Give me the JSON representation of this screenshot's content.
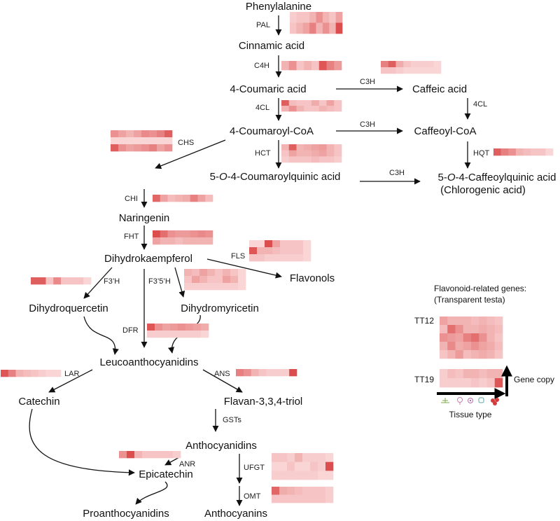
{
  "compounds": {
    "phenylalanine": "Phenylalanine",
    "cinnamic": "Cinnamic acid",
    "coumaric": "4-Coumaric acid",
    "caffeic": "Caffeic acid",
    "coumaroylcoa": "4-Coumaroyl-CoA",
    "caffeoylcoa": "Caffeoyl-CoA",
    "coumaroylquinic_pre": "5-",
    "coumaroylquinic_o": "O",
    "coumaroylquinic_post": "-4-Coumaroylquinic acid",
    "caffeoylquinic_pre": "5-",
    "caffeoylquinic_o": "O",
    "caffeoylquinic_post": "-4-Caffeoylquinic acid",
    "chlorogenic": "(Chlorogenic acid)",
    "naringenin": "Naringenin",
    "dihydrokaempferol": "Dihydrokaempferol",
    "flavonols": "Flavonols",
    "dihydroquercetin": "Dihydroquercetin",
    "dihydromyricetin": "Dihydromyricetin",
    "leucoanthocyanidins": "Leucoanthocyanidins",
    "catechin": "Catechin",
    "flavantriol": "Flavan-3,3,4-triol",
    "anthocyanidins": "Anthocyanidins",
    "epicatechin": "Epicatechin",
    "proanthocyanidins": "Proanthocyanidins",
    "anthocyanins": "Anthocyanins"
  },
  "enzymes": {
    "pal": "PAL",
    "c4h": "C4H",
    "c3h_1": "C3H",
    "c4cl_1": "4CL",
    "c4cl_2": "4CL",
    "c3h_2": "C3H",
    "chs": "CHS",
    "hct": "HCT",
    "hqt": "HQT",
    "c3h_3": "C3H",
    "chi": "CHI",
    "fht": "FHT",
    "fls": "FLS",
    "f3h": "F3’H",
    "f35h": "F3’5’H",
    "dfr": "DFR",
    "lar": "LAR",
    "ans": "ANS",
    "gsts": "GSTs",
    "anr": "ANR",
    "ufgt": "UFGT",
    "omt": "OMT"
  },
  "legend": {
    "title_line1": "Flavonoid-related genes:",
    "title_line2": "(Transparent testa)",
    "tt12": "TT12",
    "tt19": "TT19",
    "gene_copy": "Gene copy",
    "tissue_type": "Tissue type"
  },
  "colors": {
    "heat_low": "#fde6e6",
    "heat_high": "#d83c3c",
    "ink": "#111111"
  },
  "heatmaps": {
    "pal": [
      [
        0.15,
        0.2,
        0.2,
        0.3,
        0.5,
        0.3,
        0.2,
        0.4
      ],
      [
        0.2,
        0.3,
        0.4,
        0.6,
        0.3,
        0.5,
        0.3,
        0.9
      ]
    ],
    "c4h": [
      [
        0.3,
        0.5,
        0.2,
        0.3,
        0.2,
        0.85,
        0.6,
        0.45
      ]
    ],
    "c3hh": [
      [
        0.6,
        0.8,
        0.35,
        0.2,
        0.15,
        0.15,
        0.15,
        0.1
      ],
      [
        0.2,
        0.2,
        0.15,
        0.1,
        0.1,
        0.1,
        0.1,
        0.1
      ]
    ],
    "cl4": [
      [
        0.8,
        0.25,
        0.2,
        0.2,
        0.35,
        0.2,
        0.4,
        0.2
      ],
      [
        0.3,
        0.5,
        0.3,
        0.2,
        0.2,
        0.3,
        0.25,
        0.2
      ]
    ],
    "chs": [
      [
        0.5,
        0.4,
        0.3,
        0.4,
        0.55,
        0.5,
        0.6,
        0.8
      ],
      [
        0.1,
        0.1,
        0.1,
        0.1,
        0.1,
        0.1,
        0.1,
        0.1
      ],
      [
        0.8,
        0.5,
        0.4,
        0.45,
        0.5,
        0.6,
        0.4,
        0.5
      ]
    ],
    "hct": [
      [
        0.3,
        0.8,
        0.3,
        0.35,
        0.4,
        0.45,
        0.3,
        0.2
      ],
      [
        0.2,
        0.4,
        0.3,
        0.3,
        0.35,
        0.4,
        0.3,
        0.2
      ],
      [
        0.15,
        0.2,
        0.2,
        0.2,
        0.25,
        0.2,
        0.2,
        0.15
      ]
    ],
    "hqt": [
      [
        0.8,
        0.6,
        0.5,
        0.3,
        0.25,
        0.2,
        0.2,
        0.1
      ]
    ],
    "chi": [
      [
        0.75,
        0.4,
        0.25,
        0.3,
        0.35,
        0.6,
        0.4,
        0.25
      ]
    ],
    "fht": [
      [
        0.9,
        0.7,
        0.5,
        0.45,
        0.45,
        0.5,
        0.55,
        0.5
      ],
      [
        0.4,
        0.3,
        0.3,
        0.25,
        0.3,
        0.3,
        0.3,
        0.3
      ]
    ],
    "fls": [
      [
        0.1,
        0.1,
        0.9,
        0.4,
        0.2,
        0.2,
        0.2,
        0.1
      ],
      [
        0.85,
        0.3,
        0.3,
        0.25,
        0.2,
        0.2,
        0.2,
        0.1
      ],
      [
        0.2,
        0.2,
        0.15,
        0.15,
        0.15,
        0.15,
        0.15,
        0.1
      ]
    ],
    "f3h": [
      [
        0.8,
        0.8,
        0.2,
        0.55,
        0.2,
        0.2,
        0.2,
        0.1
      ]
    ],
    "f35h": [
      [
        0.3,
        0.25,
        0.4,
        0.3,
        0.2,
        0.3,
        0.2,
        0.1
      ],
      [
        0.2,
        0.4,
        0.3,
        0.2,
        0.2,
        0.4,
        0.3,
        0.1
      ],
      [
        0.15,
        0.15,
        0.15,
        0.15,
        0.15,
        0.15,
        0.15,
        0.1
      ]
    ],
    "dfr": [
      [
        0.85,
        0.5,
        0.4,
        0.45,
        0.5,
        0.45,
        0.4,
        0.35
      ],
      [
        0.15,
        0.15,
        0.15,
        0.15,
        0.15,
        0.15,
        0.15,
        0.1
      ]
    ],
    "lar": [
      [
        0.85,
        0.6,
        0.3,
        0.25,
        0.2,
        0.15,
        0.1,
        0.1
      ]
    ],
    "ans": [
      [
        0.6,
        0.5,
        0.3,
        0.2,
        0.15,
        0.15,
        0.15,
        0.9
      ]
    ],
    "anr": [
      [
        0.5,
        0.9,
        0.3,
        0.2,
        0.2,
        0.2,
        0.2,
        0.15
      ]
    ],
    "ufgt": [
      [
        0.2,
        0.2,
        0.15,
        0.3,
        0.15,
        0.15,
        0.15,
        0.1
      ],
      [
        0.1,
        0.1,
        0.2,
        0.1,
        0.1,
        0.2,
        0.15,
        0.9
      ],
      [
        0.15,
        0.15,
        0.15,
        0.15,
        0.15,
        0.15,
        0.1,
        0.1
      ]
    ],
    "omt": [
      [
        0.75,
        0.35,
        0.3,
        0.25,
        0.2,
        0.2,
        0.2,
        0.15
      ],
      [
        0.2,
        0.2,
        0.2,
        0.2,
        0.2,
        0.2,
        0.2,
        0.15
      ]
    ],
    "tt12": [
      [
        0.4,
        0.3,
        0.3,
        0.3,
        0.25,
        0.3,
        0.25,
        0.2
      ],
      [
        0.25,
        0.7,
        0.5,
        0.3,
        0.3,
        0.35,
        0.3,
        0.25
      ],
      [
        0.5,
        0.45,
        0.4,
        0.6,
        0.7,
        0.5,
        0.3,
        0.2
      ],
      [
        0.3,
        0.55,
        0.35,
        0.4,
        0.5,
        0.4,
        0.35,
        0.25
      ],
      [
        0.2,
        0.3,
        0.45,
        0.25,
        0.3,
        0.35,
        0.3,
        0.2
      ]
    ],
    "tt19": [
      [
        0.15,
        0.25,
        0.2,
        0.3,
        0.3,
        0.25,
        0.3,
        0.3
      ],
      [
        0.15,
        0.15,
        0.15,
        0.15,
        0.2,
        0.15,
        0.2,
        0.85
      ]
    ]
  }
}
